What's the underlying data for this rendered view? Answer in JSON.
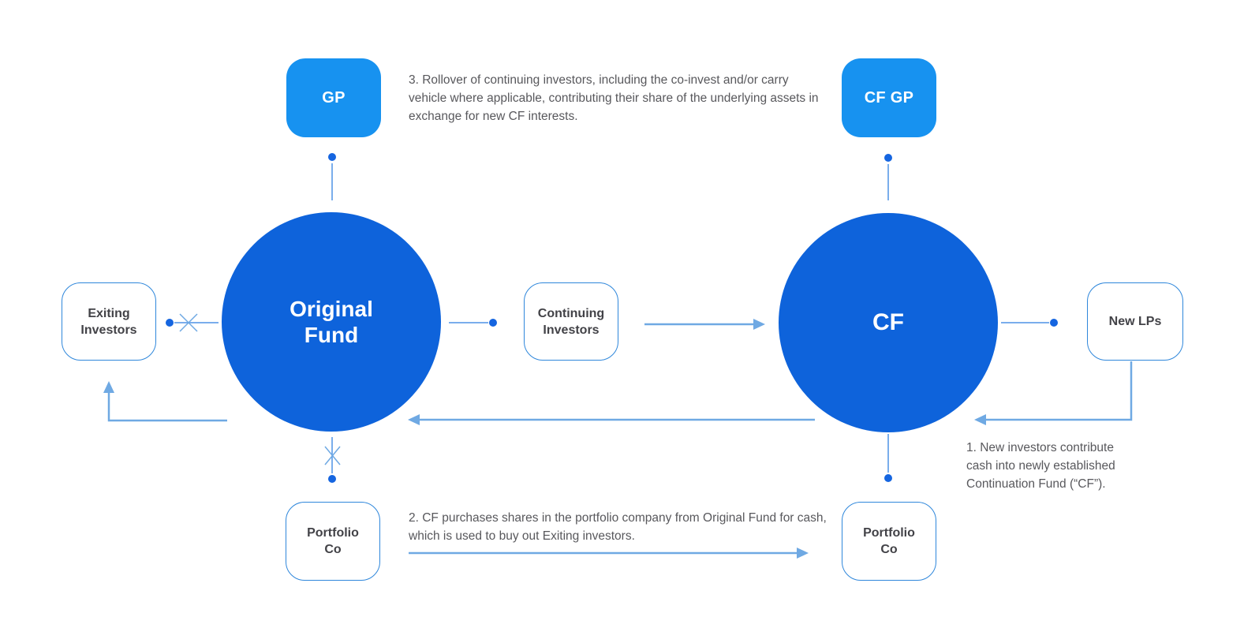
{
  "diagram": {
    "nodes": {
      "gp": {
        "label": "GP"
      },
      "cf_gp": {
        "label": "CF GP"
      },
      "original_fund": {
        "label": "Original\nFund"
      },
      "cf": {
        "label": "CF"
      },
      "exiting_investors": {
        "label": "Exiting\nInvestors"
      },
      "continuing_investors": {
        "label": "Continuing\nInvestors"
      },
      "new_lps": {
        "label": "New LPs"
      },
      "portfolio_co_left": {
        "label": "Portfolio\nCo"
      },
      "portfolio_co_right": {
        "label": "Portfolio\nCo"
      }
    },
    "annotations": {
      "step1": "1. New investors contribute cash into newly established Continuation Fund (“CF”).",
      "step2": "2. CF purchases shares in the portfolio company from Original Fund for cash, which is used to buy out Exiting investors.",
      "step3": "3. Rollover of continuing investors, including the co-invest and/or carry vehicle where applicable, contributing their share of the underlying assets in exchange for new CF interests."
    },
    "colors": {
      "circle_fill": "#0E63DB",
      "gp_box_fill": "#1792F0",
      "node_border": "#2F87DB",
      "node_text": "#424247",
      "annotation_text": "#58585C",
      "arrow": "#6FA9E3",
      "connector": "#4E92E6",
      "dot": "#1565E0"
    }
  }
}
